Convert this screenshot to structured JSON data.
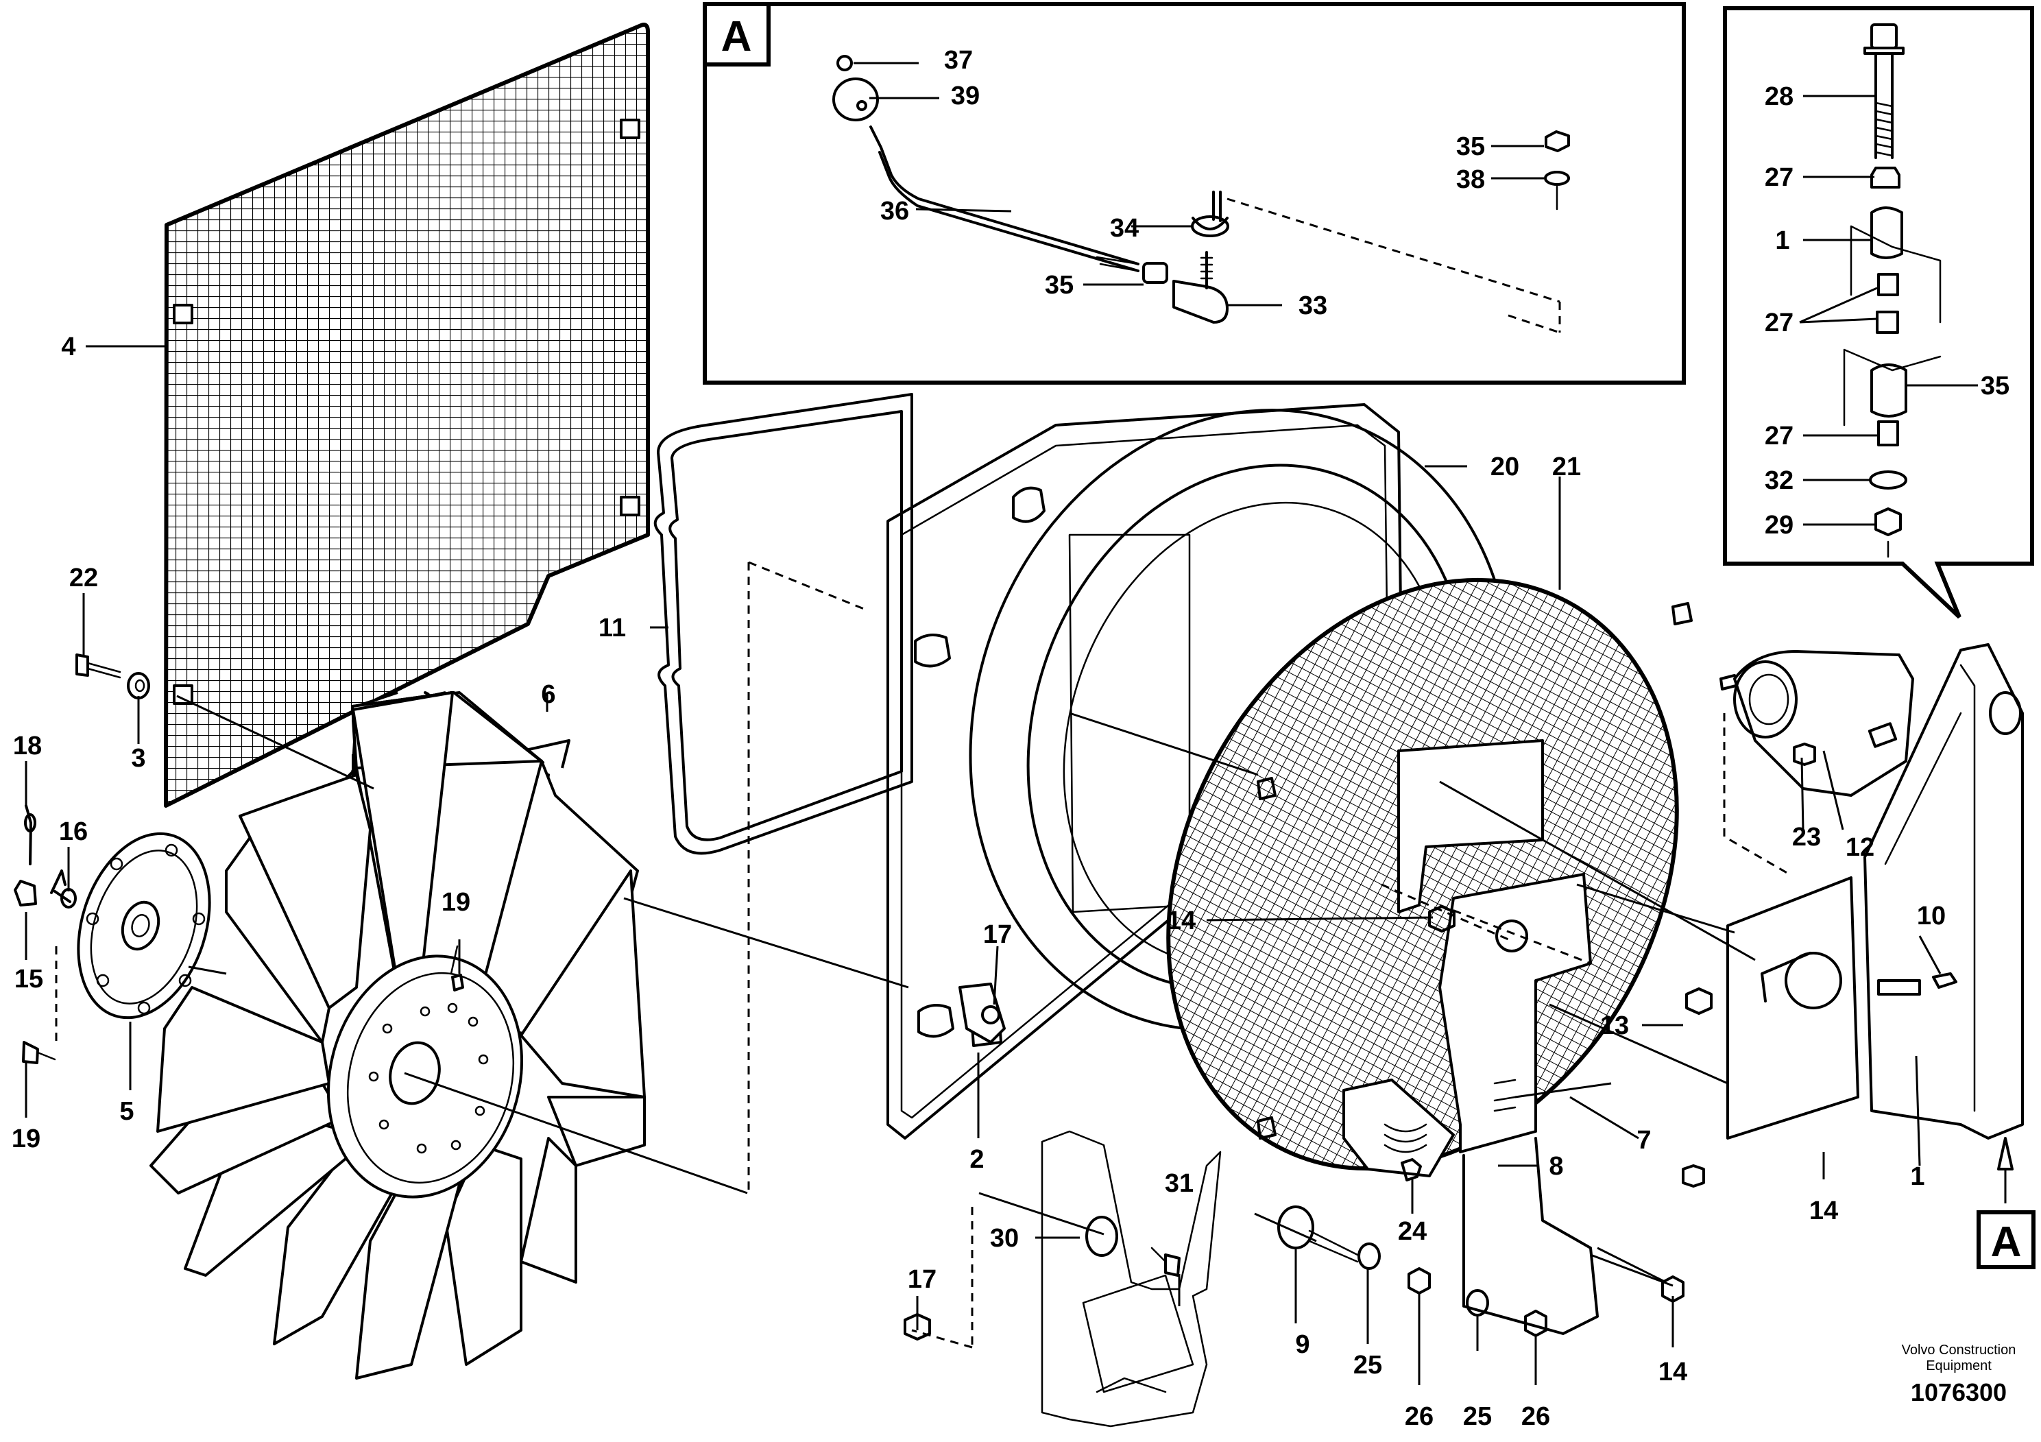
{
  "callouts": [
    {
      "id": "c1",
      "text": "1"
    },
    {
      "id": "c1b",
      "text": "1"
    },
    {
      "id": "c2",
      "text": "2"
    },
    {
      "id": "c3",
      "text": "3"
    },
    {
      "id": "c4",
      "text": "4"
    },
    {
      "id": "c5",
      "text": "5"
    },
    {
      "id": "c6",
      "text": "6"
    },
    {
      "id": "c7",
      "text": "7"
    },
    {
      "id": "c8",
      "text": "8"
    },
    {
      "id": "c9",
      "text": "9"
    },
    {
      "id": "c10",
      "text": "10"
    },
    {
      "id": "c11",
      "text": "11"
    },
    {
      "id": "c12",
      "text": "12"
    },
    {
      "id": "c13",
      "text": "13"
    },
    {
      "id": "c14a",
      "text": "14"
    },
    {
      "id": "c14b",
      "text": "14"
    },
    {
      "id": "c14c",
      "text": "14"
    },
    {
      "id": "c15",
      "text": "15"
    },
    {
      "id": "c16",
      "text": "16"
    },
    {
      "id": "c17a",
      "text": "17"
    },
    {
      "id": "c17b",
      "text": "17"
    },
    {
      "id": "c18",
      "text": "18"
    },
    {
      "id": "c19a",
      "text": "19"
    },
    {
      "id": "c19b",
      "text": "19"
    },
    {
      "id": "c20",
      "text": "20"
    },
    {
      "id": "c21",
      "text": "21"
    },
    {
      "id": "c22",
      "text": "22"
    },
    {
      "id": "c23",
      "text": "23"
    },
    {
      "id": "c24",
      "text": "24"
    },
    {
      "id": "c25a",
      "text": "25"
    },
    {
      "id": "c25b",
      "text": "25"
    },
    {
      "id": "c26a",
      "text": "26"
    },
    {
      "id": "c26b",
      "text": "26"
    },
    {
      "id": "c27a",
      "text": "27"
    },
    {
      "id": "c27b",
      "text": "27"
    },
    {
      "id": "c27c",
      "text": "27"
    },
    {
      "id": "c28",
      "text": "28"
    },
    {
      "id": "c29",
      "text": "29"
    },
    {
      "id": "c30",
      "text": "30"
    },
    {
      "id": "c31",
      "text": "31"
    },
    {
      "id": "c32",
      "text": "32"
    },
    {
      "id": "c33",
      "text": "33"
    },
    {
      "id": "c34",
      "text": "34"
    },
    {
      "id": "c35a",
      "text": "35"
    },
    {
      "id": "c35b",
      "text": "35"
    },
    {
      "id": "c35c",
      "text": "35"
    },
    {
      "id": "c36",
      "text": "36"
    },
    {
      "id": "c37",
      "text": "37"
    },
    {
      "id": "c38",
      "text": "38"
    },
    {
      "id": "c39",
      "text": "39"
    }
  ],
  "detail": {
    "inset_label": "A",
    "reference_label": "A"
  },
  "footer": {
    "brand_line1": "Volvo Construction",
    "brand_line2": "Equipment",
    "doc_number": "1076300"
  }
}
